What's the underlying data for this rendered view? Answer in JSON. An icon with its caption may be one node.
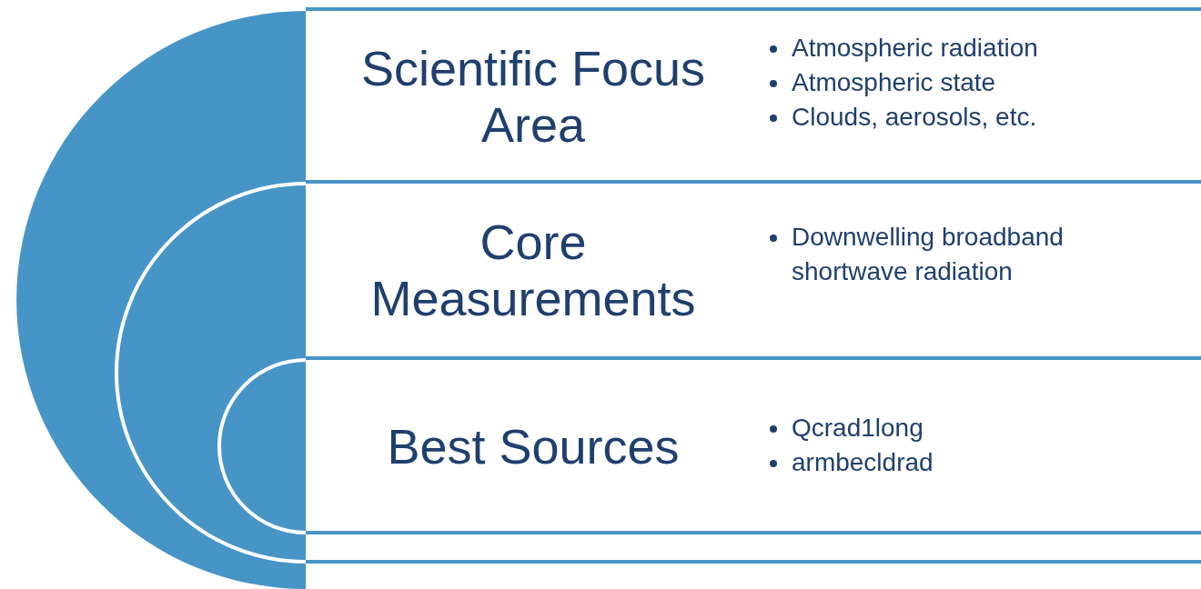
{
  "diagram": {
    "nodes": [
      {
        "text": [
          "Scientific Focus Area",
          "Atmospheric radiation",
          "Atmospheric state",
          "Clouds, aerosols, etc."
        ]
      },
      {
        "text": [
          "Core Measurements",
          "Downwelling broadband shortwave radiation"
        ]
      },
      {
        "text": [
          "Best Sources",
          "Qcrad1long",
          "armbecldrad"
        ]
      }
    ]
  }
}
